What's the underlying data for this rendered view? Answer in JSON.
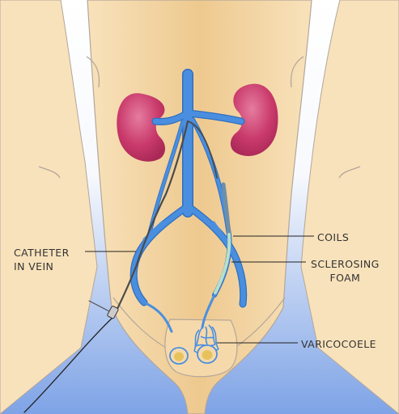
{
  "labels": {
    "catheter": [
      "CATHETER",
      "IN VEIN"
    ],
    "coils": "COILS",
    "foam": [
      "SCLEROSING",
      "FOAM"
    ],
    "varicocele": "VARICOCOELE"
  },
  "colors": {
    "background_top": "#ffffff",
    "background_bottom": "#7ea3e6",
    "skin": "#f6d9ab",
    "skin_center": "#eec98f",
    "skin_outline": "#b3a69a",
    "kidney": "#c93a6b",
    "kidney_highlight": "#e57ca0",
    "vein": "#4a8fdf",
    "vein_outline": "#2f6fc0",
    "coils": "#6f8fa8",
    "foam": "#b7e0c9",
    "leader_line": "#222222"
  }
}
